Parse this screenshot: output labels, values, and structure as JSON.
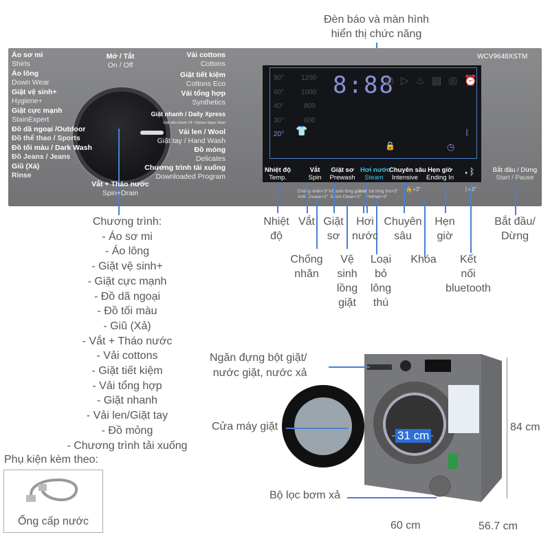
{
  "title": {
    "line1": "Đèn báo và màn hình",
    "line2": "hiển thị chức năng"
  },
  "panel": {
    "model": "WCV9648XSTM",
    "dial_top": {
      "vi": "Mở / Tắt",
      "en": "On / Off"
    },
    "dial_bottom": {
      "vi": "Vắt + Tháo nước",
      "en": "Spin+Drain"
    },
    "left_programs": [
      {
        "vi": "Áo sơ mi",
        "en": "Shirts"
      },
      {
        "vi": "Áo lông",
        "en": "Down Wear"
      },
      {
        "vi": "Giặt vệ sinh+",
        "en": "Hygiene+"
      },
      {
        "vi": "Giặt cực mạnh",
        "en": "StainExpert"
      },
      {
        "vi": "Đồ dã ngoại /Outdoor",
        "en": "Đồ thể thao / Sports"
      },
      {
        "vi": "Đồ tối màu / Dark Wash",
        "en": "Đồ Jeans / Jeans"
      },
      {
        "vi": "Giũ (Xả)",
        "en": "Rinse"
      }
    ],
    "right_programs": [
      {
        "vi": "Vải cottons",
        "en": "Cottons"
      },
      {
        "vi": "Giặt tiết kiệm",
        "en": "Cottons Eco"
      },
      {
        "vi": "Vải tổng hợp",
        "en": "Synthetics"
      },
      {
        "vi": "Giặt nhanh / Daily Xpress",
        "en": "Giặt siêu nhanh 14' / Xpress Super Short"
      },
      {
        "vi": "Vải len / Wool",
        "en": "Giặt tay / Hand Wash"
      },
      {
        "vi": "Đồ mỏng",
        "en": "Delicates"
      },
      {
        "vi": "Chương trình tải xuống",
        "en": "Downloaded Program"
      }
    ],
    "display": {
      "temps": [
        "90°",
        "60°",
        "40°",
        "30°",
        "20°"
      ],
      "speeds": [
        "1200",
        "1000",
        "800",
        "600"
      ],
      "time": "8:88"
    },
    "buttons": [
      {
        "vi": "Nhiệt độ",
        "en": "Temp."
      },
      {
        "vi": "Vắt",
        "en": "Spin"
      },
      {
        "vi": "Giặt sơ",
        "en": "Prewash"
      },
      {
        "vi": "Hơi nước",
        "en": "Steam"
      },
      {
        "vi": "Chuyên sâu",
        "en": "Intensive"
      },
      {
        "vi": "Hẹn giờ",
        "en": "Ending In"
      }
    ],
    "start": {
      "vi": "Bắt đầu / Dừng",
      "en": "Start / Pause"
    },
    "sub_labels": [
      {
        "vi": "Chống nhăn+3\"",
        "en": "Anti Crease+3\""
      },
      {
        "vi": "Vệ sinh lồng giặt+3\"",
        "en": "Drum Clean+3\""
      },
      {
        "vi": "Loại bỏ lông thú+3\"",
        "en": "PetHair+3\""
      },
      {
        "vi": "+3\""
      },
      {
        "vi": "+3\""
      }
    ],
    "accent": "#4a7fd0",
    "steam_color": "#3fc2ea"
  },
  "callouts": {
    "temp": "Nhiệt\nđộ",
    "spin": "Vắt",
    "prewash": "Giặt\nsơ",
    "steam": "Hơi\nnước",
    "intensive": "Chuyên\nsâu",
    "ending": "Hẹn\ngiờ",
    "start": "Bắt đầu/\nDừng",
    "anticrease": "Chống\nnhăn",
    "drumclean": "Vệ\nsinh\nlồng\ngiặt",
    "pethair": "Loại\nbỏ\nlông\nthú",
    "lock": "Khóa",
    "bluetooth": "Kết\nnối\nbluetooth"
  },
  "programs": {
    "title": "Chương trình:",
    "items": [
      "- Áo sơ mi",
      "- Áo lông",
      "- Giặt vệ sinh+",
      "- Giặt cực mạnh",
      "- Đồ dã ngoại",
      "- Đồ tối màu",
      "- Giũ (Xả)",
      "- Vắt + Tháo nước",
      "- Vải cottons",
      "- Giặt tiết kiệm",
      "- Vải tổng hợp",
      "- Giặt nhanh",
      "- Vải len/Giặt tay",
      "- Đồ mỏng",
      "- Chương trình tải xuống"
    ]
  },
  "accessory": {
    "title": "Phụ kiện kèm theo:",
    "item": "Ống cấp nước"
  },
  "machine": {
    "drawer": "Ngăn đựng bột giặt/\nnước giặt, nước xả",
    "door": "Cửa máy giặt",
    "filter": "Bộ lọc bơm xả",
    "door_diameter": "31 cm",
    "height": "84 cm",
    "width": "60 cm",
    "depth": "56.7 cm"
  }
}
